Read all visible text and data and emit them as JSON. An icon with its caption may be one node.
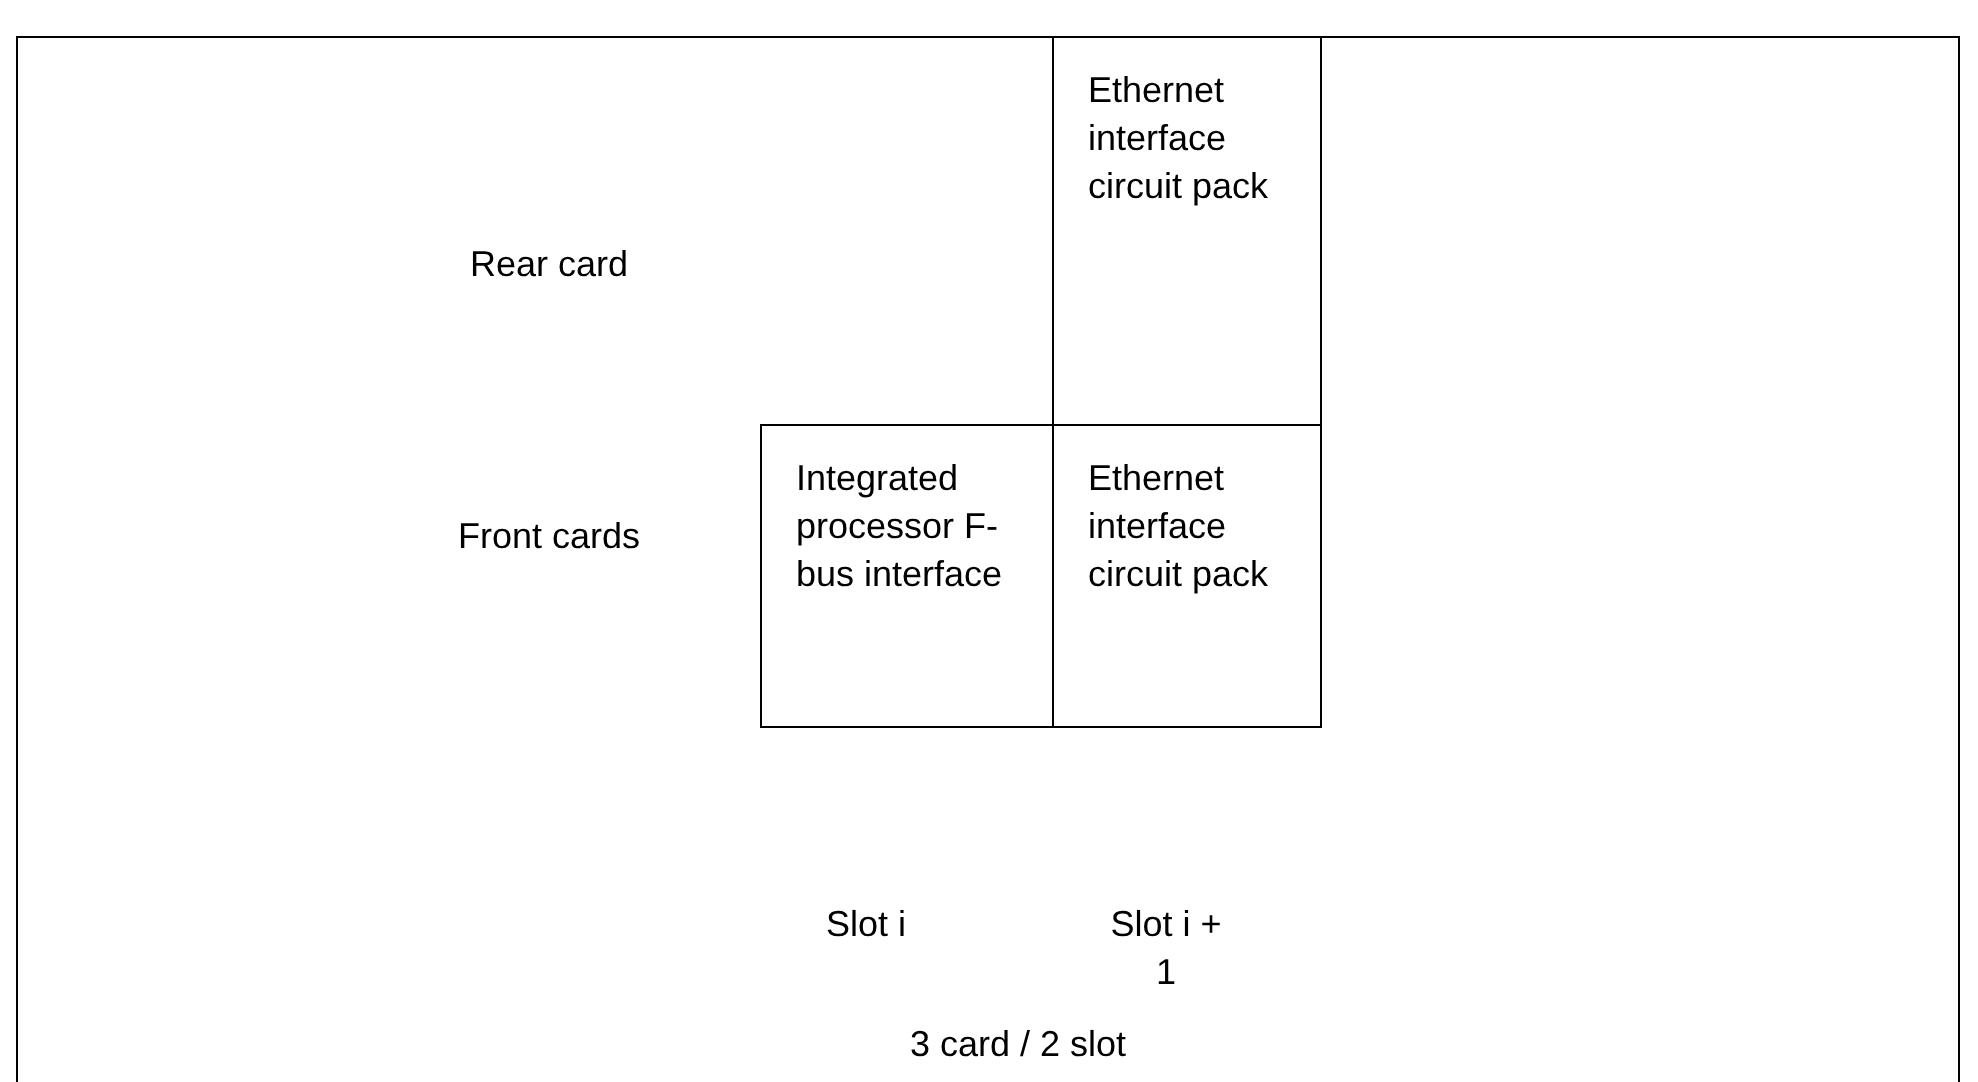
{
  "diagram": {
    "nodes": [
      {
        "text": [
          "Integrated processor F-bus interface"
        ]
      },
      {
        "text": [
          "Ethernet interface circuit pack"
        ]
      },
      {
        "text": [
          "Ethernet interface circuit pack"
        ]
      }
    ],
    "edges": [],
    "labels": [
      "Rear card",
      "Front cards",
      "Slot i",
      "Slot i + 1",
      "3 card / 2 slot"
    ]
  }
}
